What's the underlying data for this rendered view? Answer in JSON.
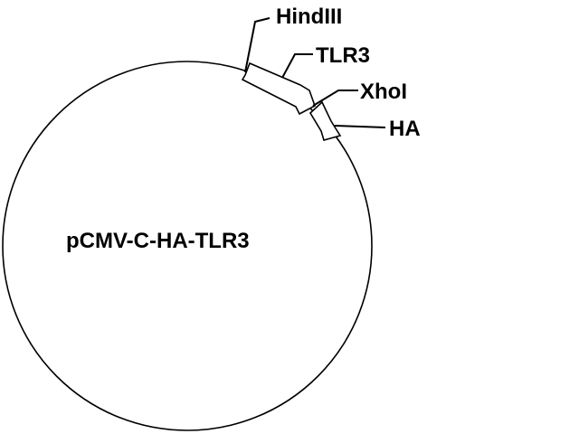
{
  "plasmid": {
    "name": "pCMV-C-HA-TLR3"
  },
  "features": {
    "hindiii": "HindIII",
    "tlr3": "TLR3",
    "xhoi": "XhoI",
    "ha": "HA"
  },
  "colors": {
    "stroke": "#000000",
    "fill": "#ffffff",
    "background": "#ffffff"
  }
}
